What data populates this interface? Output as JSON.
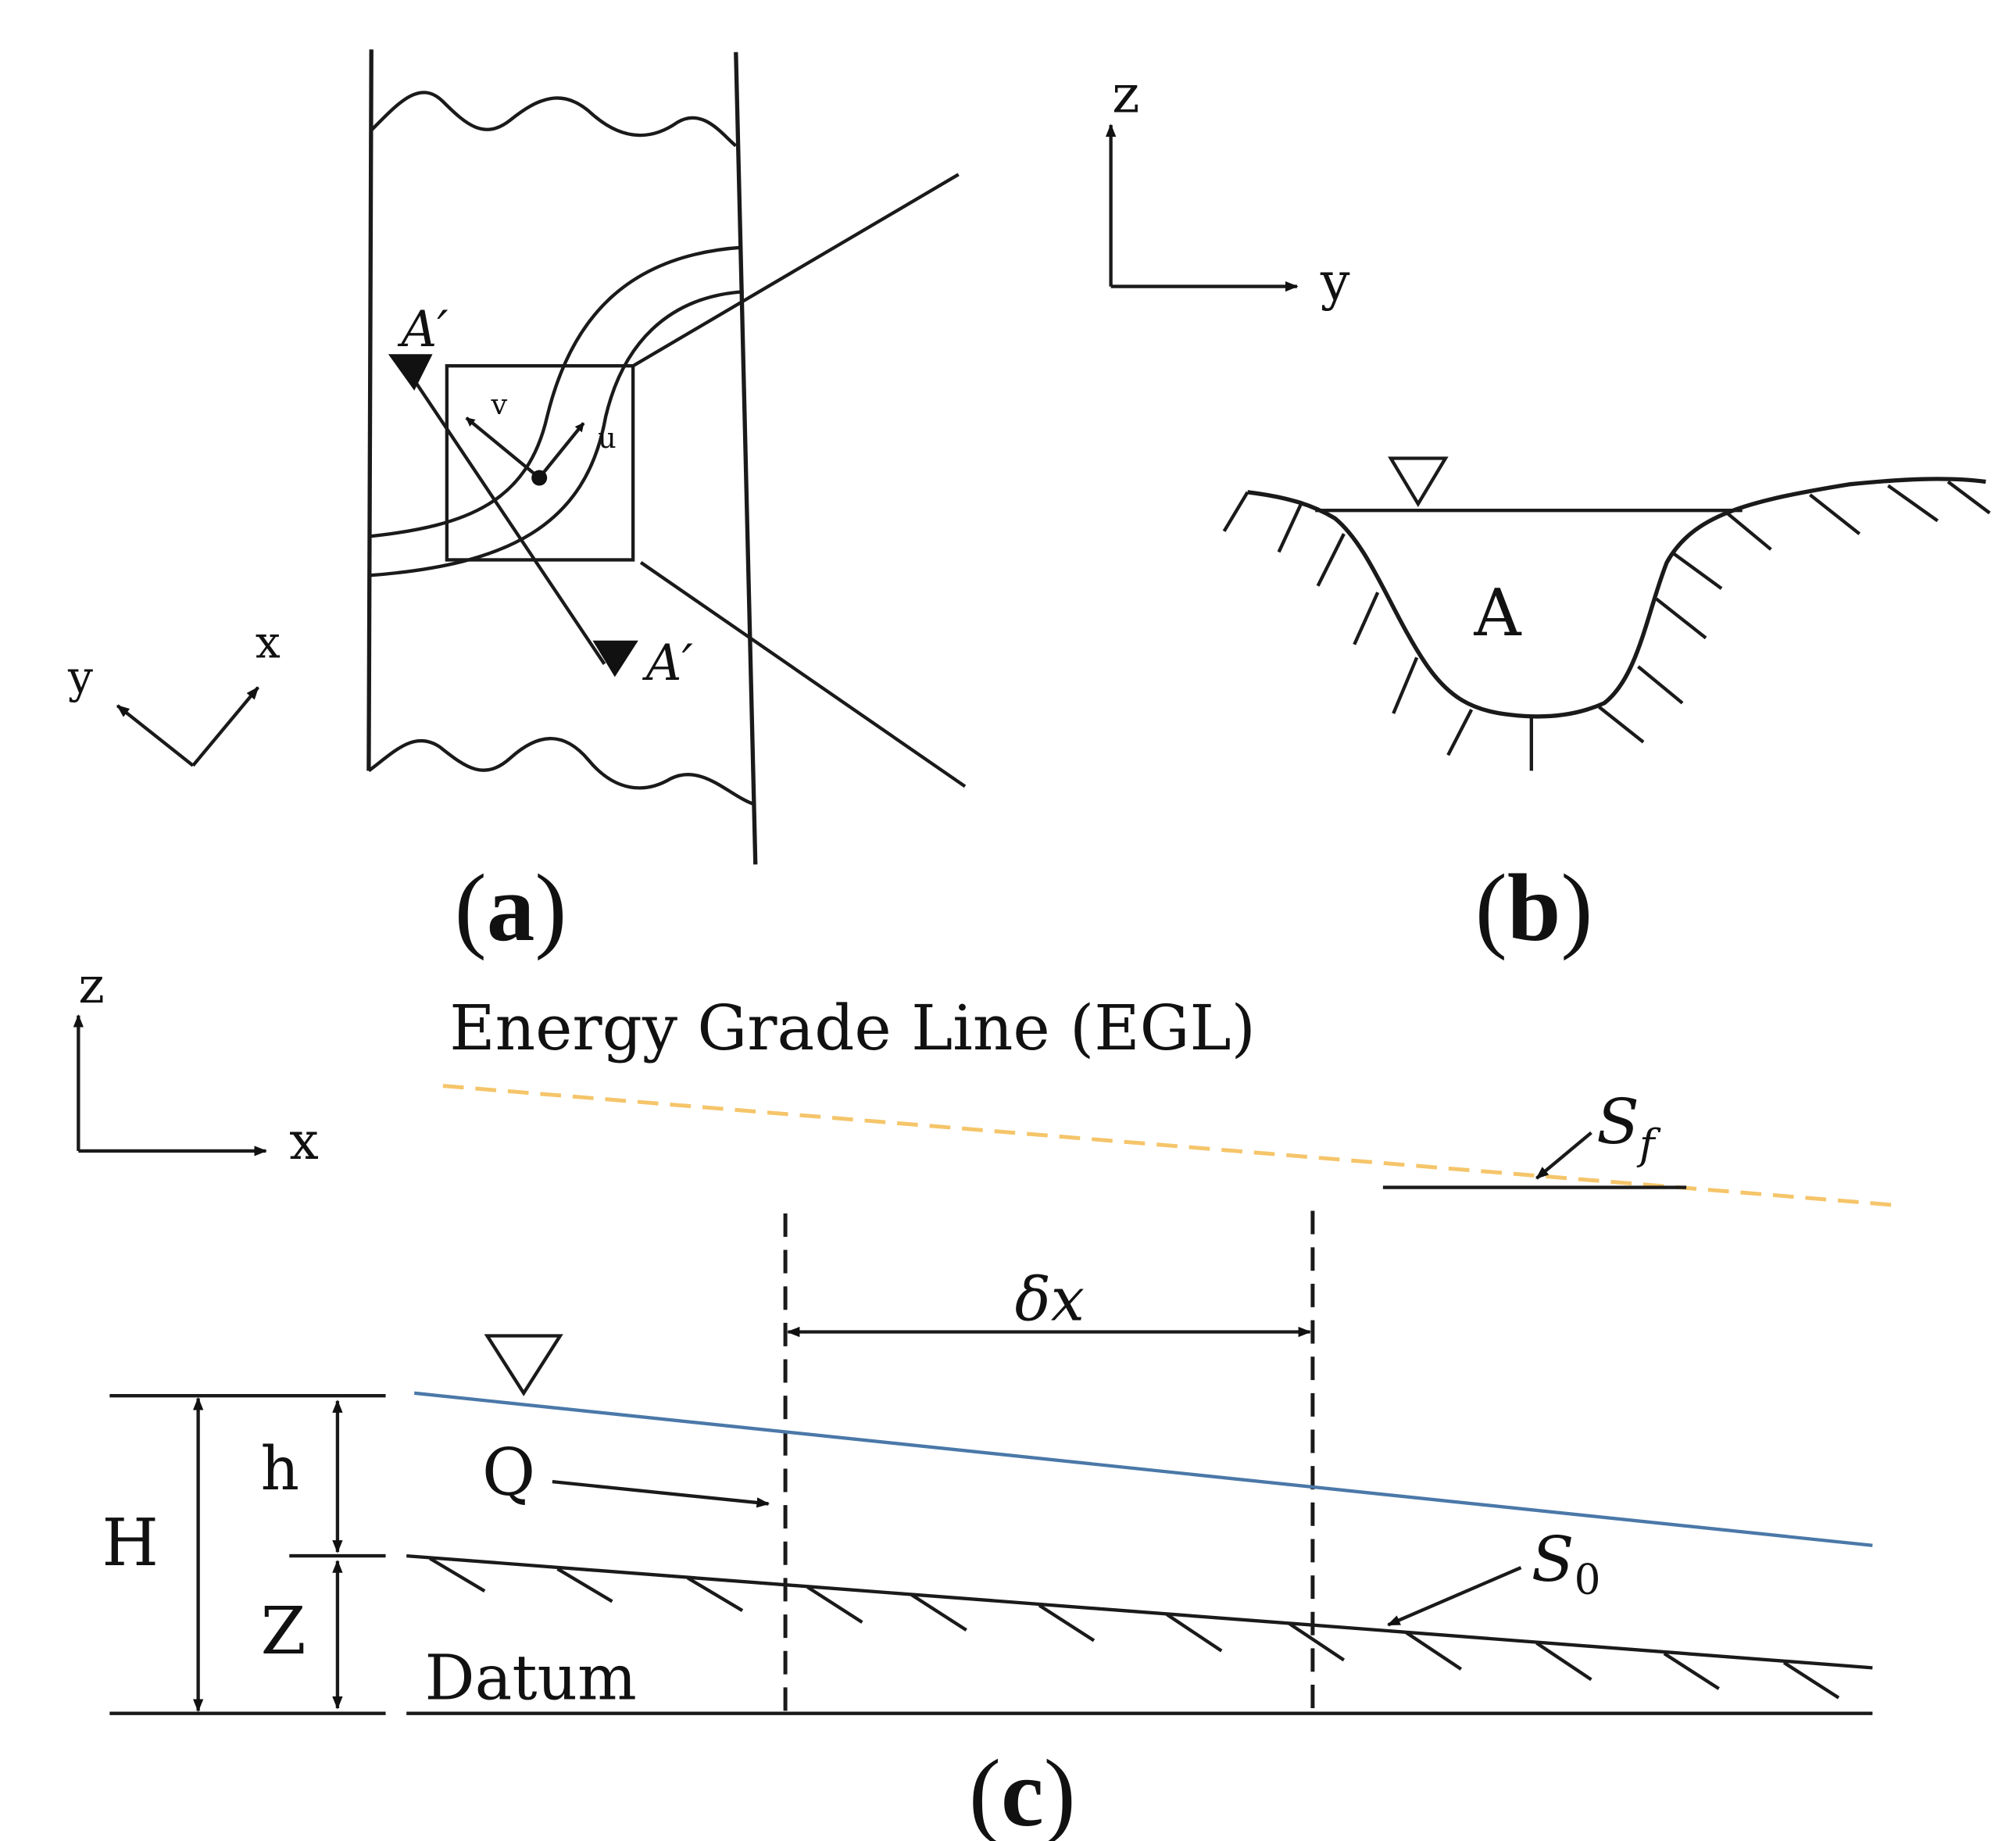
{
  "panel_a": {
    "label_top": "A′",
    "label_bottom": "A′",
    "vector_v": "v",
    "vector_u": "u",
    "axis_x": "x",
    "axis_y": "y",
    "caption_letter": "a"
  },
  "panel_b": {
    "axis_z": "z",
    "axis_y": "y",
    "area_label": "A",
    "caption_letter": "b"
  },
  "panel_c": {
    "axis_z": "z",
    "axis_x": "x",
    "egl_label": "Energy Grade Line (EGL)",
    "sf_base": "S",
    "sf_sub": "f",
    "dx_label": "δx",
    "h_label": "h",
    "H_label": "H",
    "Z_label": "Z",
    "Q_label": "Q",
    "s0_base": "S",
    "s0_sub": "0",
    "datum_label": "Datum",
    "caption_letter": "c",
    "colors": {
      "egl": "#f5c56a",
      "water_surface": "#4a78a8"
    }
  }
}
